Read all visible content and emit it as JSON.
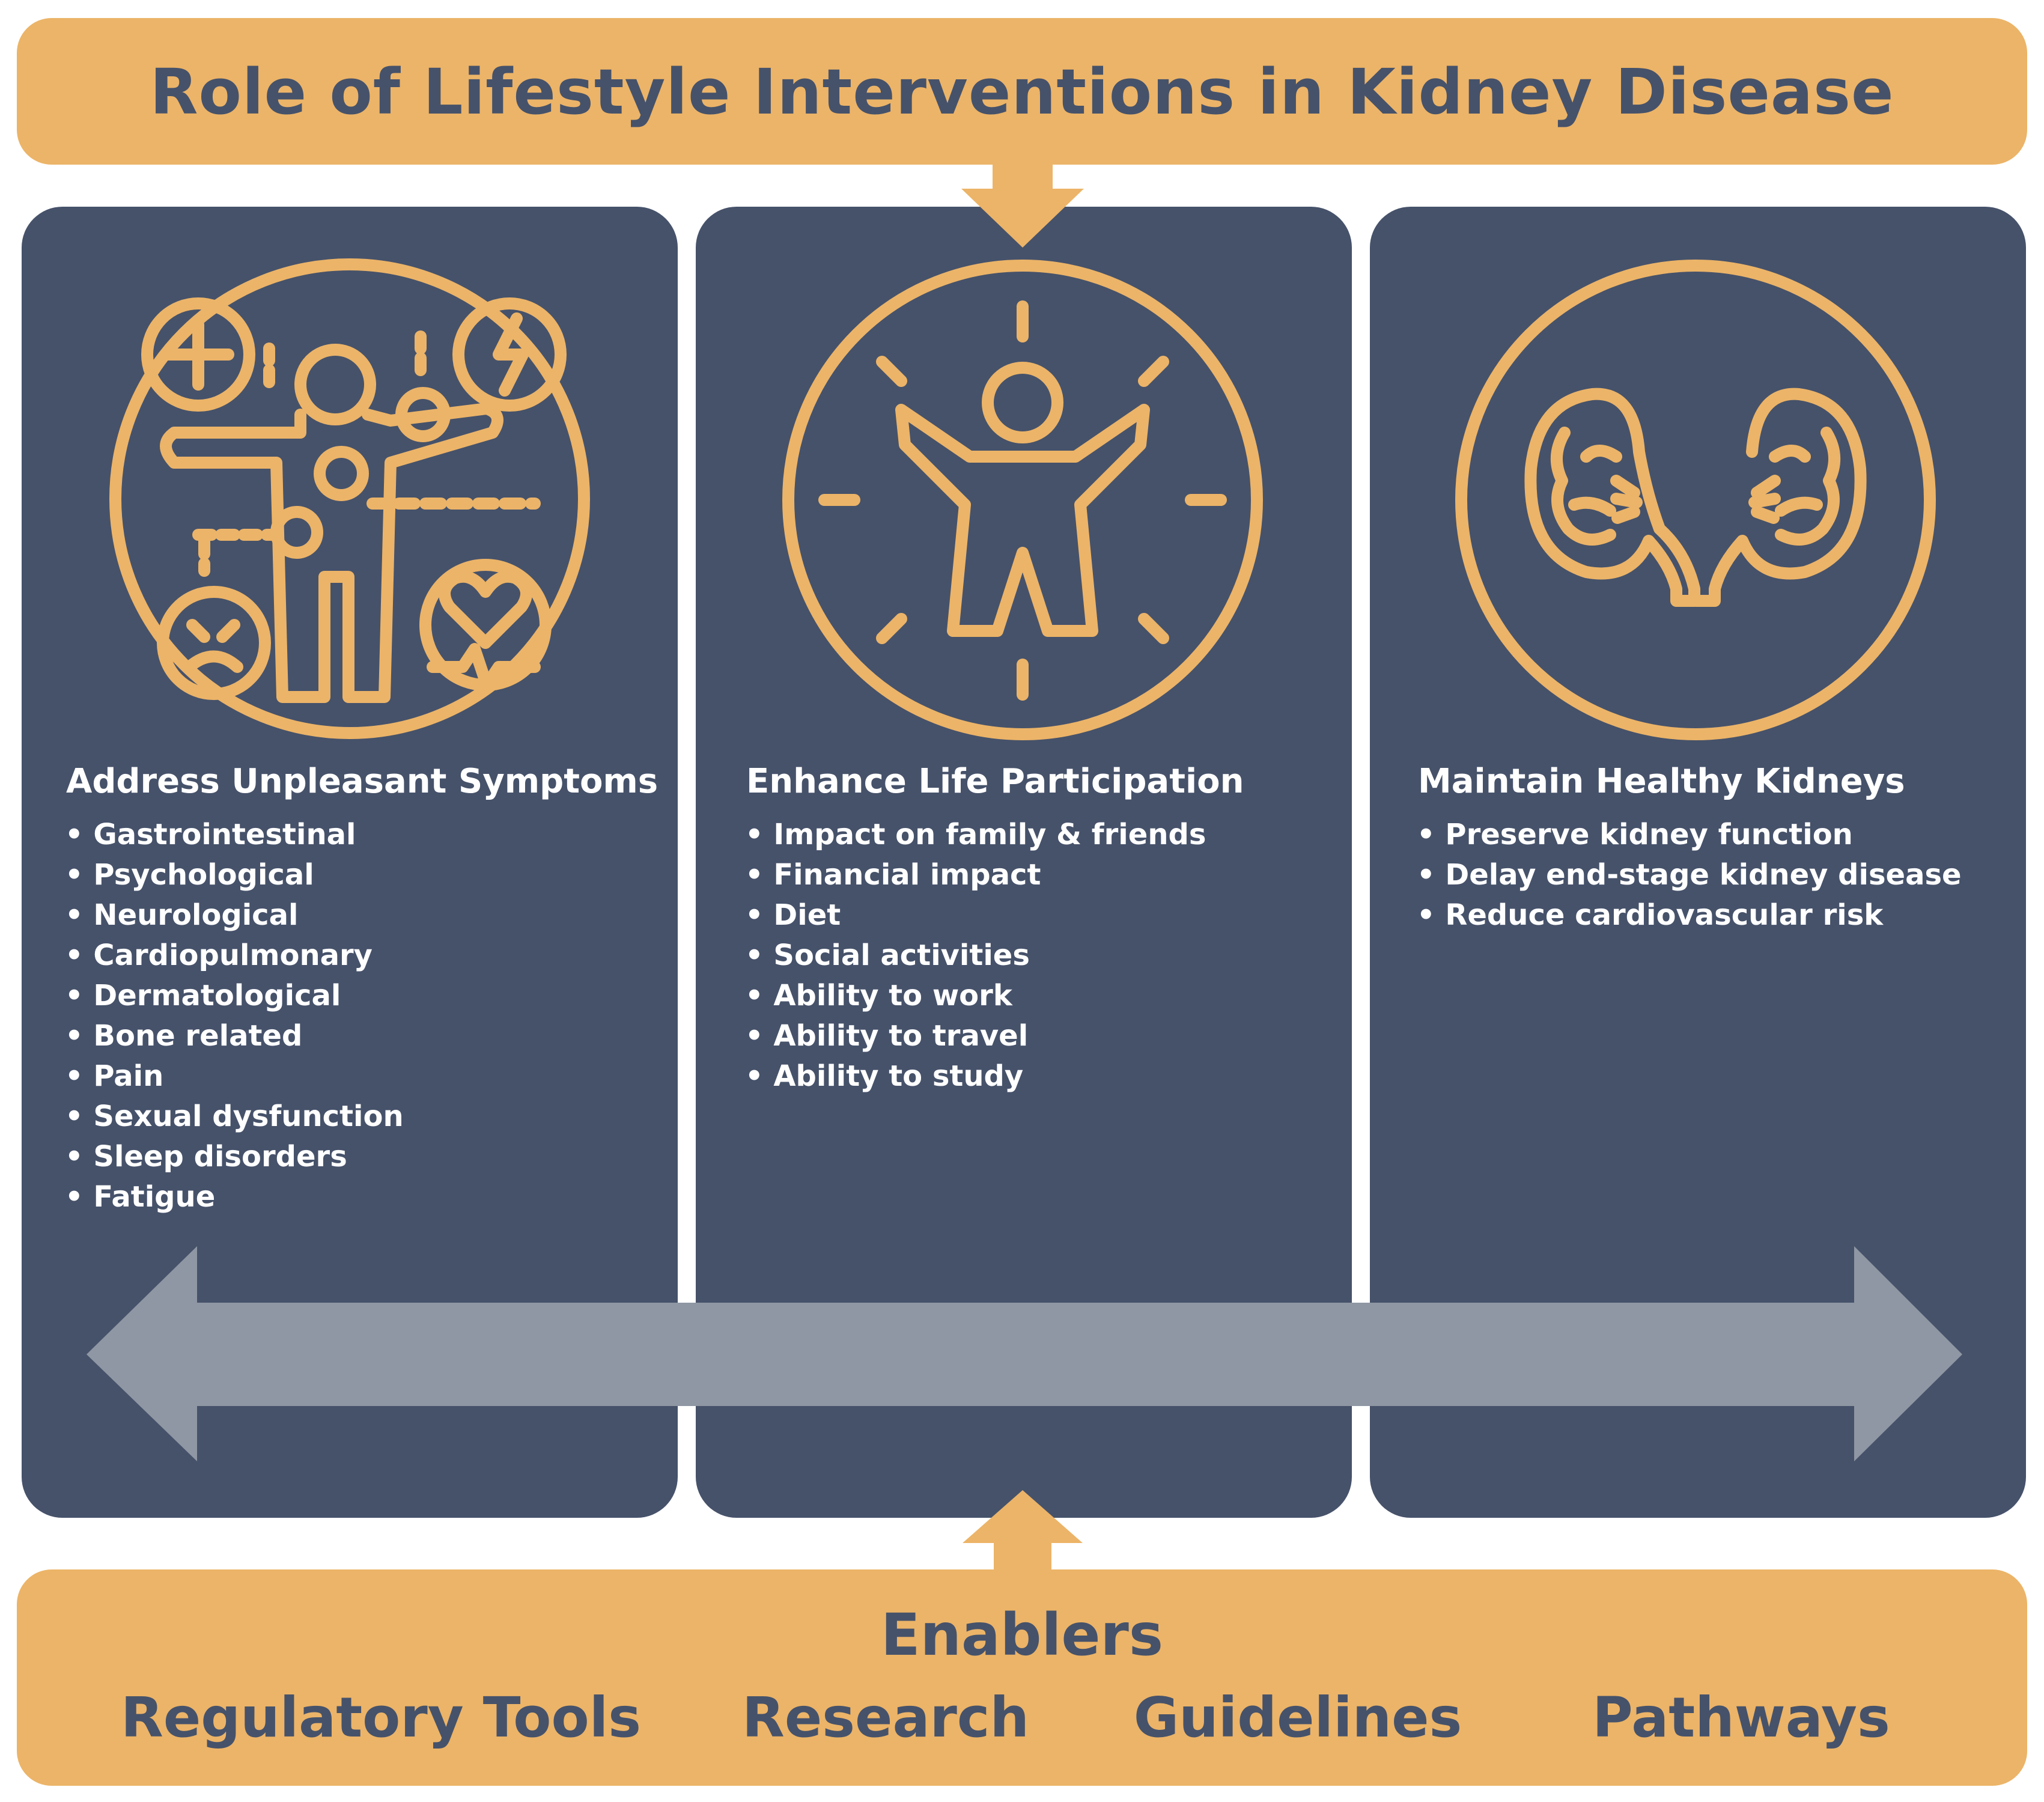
{
  "title": "Role of Lifestyle Interventions in Kidney Disease",
  "colors": {
    "accent": "#ecb468",
    "panel": "#46526a",
    "arrow": "#8f97a4",
    "text_on_panel": "#ffffff"
  },
  "panels": [
    {
      "icon": "body-symptoms-icon",
      "heading": "Address Unpleasant Symptoms",
      "items": [
        "Gastrointestinal",
        "Psychological",
        "Neurological",
        "Cardiopulmonary",
        "Dermatological",
        "Bone related",
        "Pain",
        "Sexual dysfunction",
        "Sleep disorders",
        "Fatigue"
      ]
    },
    {
      "icon": "person-participation-icon",
      "heading": "Enhance Life Participation",
      "items": [
        "Impact on family & friends",
        "Financial impact",
        "Diet",
        "Social activities",
        "Ability to work",
        "Ability to travel",
        "Ability to study"
      ]
    },
    {
      "icon": "kidneys-icon",
      "heading": "Maintain Healthy Kidneys",
      "items": [
        "Preserve kidney function",
        "Delay end-stage kidney disease",
        "Reduce cardiovascular risk"
      ]
    }
  ],
  "enablers": {
    "heading": "Enablers",
    "items": [
      "Regulatory Tools",
      "Research",
      "Guidelines",
      "Pathways"
    ]
  }
}
